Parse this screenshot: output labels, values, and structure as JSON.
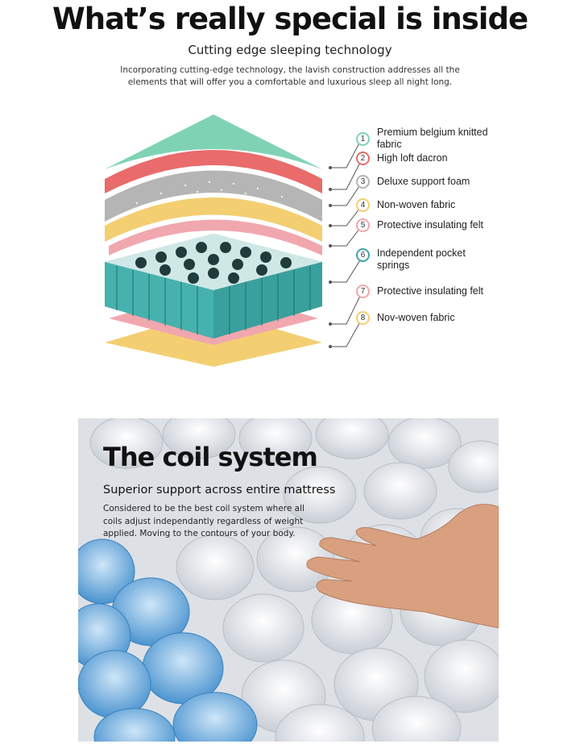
{
  "header": {
    "headline": "What’s really special is inside",
    "subhead": "Cutting edge sleeping technology",
    "intro": "Incorporating cutting-edge technology, the lavish construction addresses all the elements that will offer you a comfortable and luxurious sleep all night long."
  },
  "layers": [
    {
      "num": "1",
      "label": "Premium belgium knitted fabric",
      "color": "#7fd3b4"
    },
    {
      "num": "2",
      "label": "High loft dacron",
      "color": "#e96b6b"
    },
    {
      "num": "3",
      "label": "Deluxe support foam",
      "color": "#b5b5b5"
    },
    {
      "num": "4",
      "label": "Non-woven fabric",
      "color": "#f3cf72"
    },
    {
      "num": "5",
      "label": "Protective insulating felt",
      "color": "#f1a7ae"
    },
    {
      "num": "6",
      "label": "Independent pocket springs",
      "color": "#3ea6a4"
    },
    {
      "num": "7",
      "label": "Protective insulating felt",
      "color": "#f1a7ae"
    },
    {
      "num": "8",
      "label": "Nov-woven fabric",
      "color": "#f3cf72"
    }
  ],
  "coil": {
    "title": "The coil system",
    "subtitle": "Superior support across entire mattress",
    "description": "Considered to be the best coil system where all coils adjust independantly regardless of weight applied. Moving to the contours of your body."
  }
}
